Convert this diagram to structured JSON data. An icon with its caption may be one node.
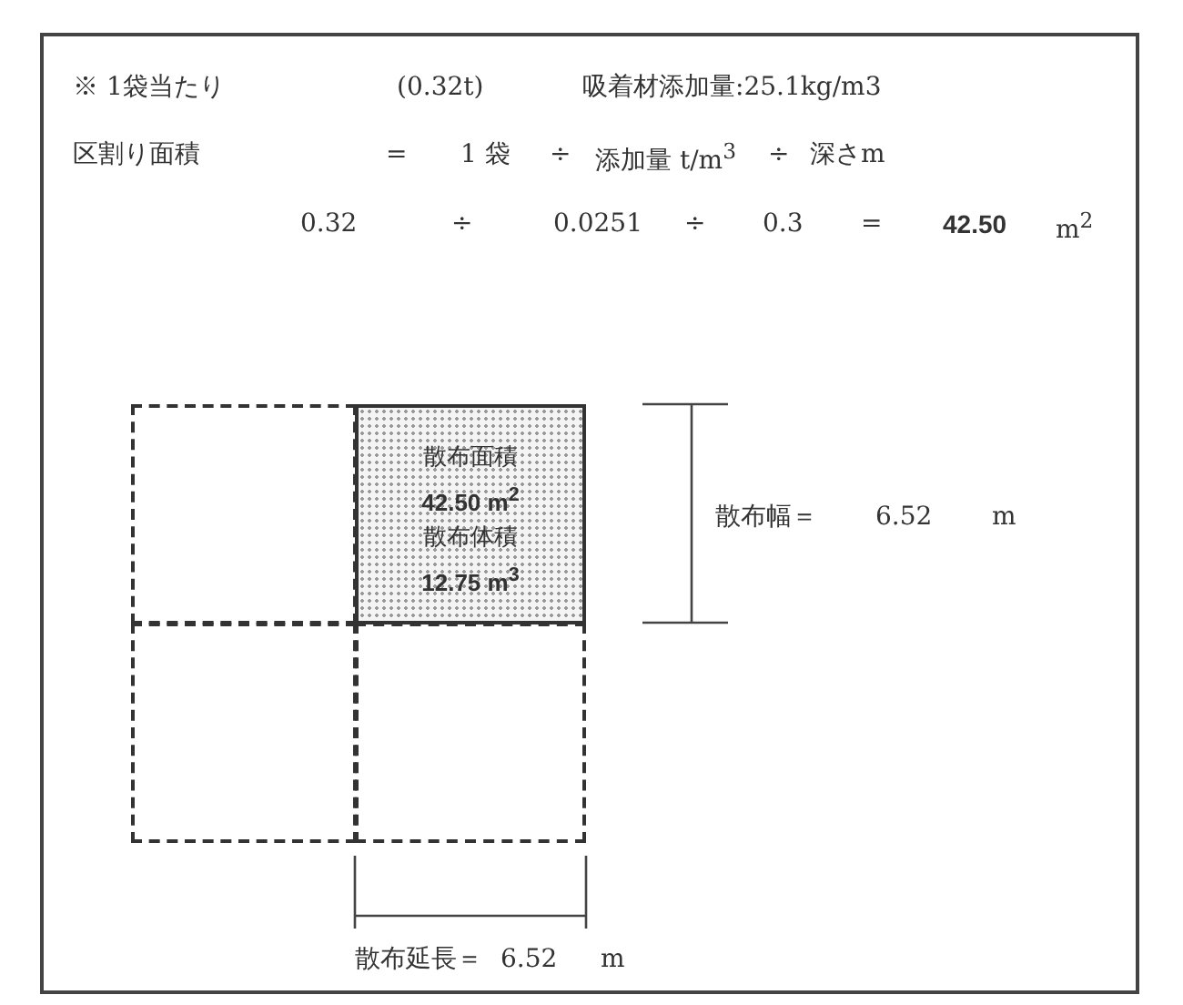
{
  "diagram": {
    "nodes": [
      {
        "text": [],
        "shape": "box"
      },
      {
        "text": [
          "散布面積",
          "42.50 m$^{2}$",
          "散布体積",
          "12.75 m$^{3}$"
        ]
      },
      {
        "text": [],
        "shape": "box"
      },
      {
        "text": [],
        "shape": "box"
      }
    ],
    "edges": [],
    "labels": [
      "※ 1袋当たり",
      "(0.32t)",
      "吸着材添加量:25.1kg/m3",
      "区割り面積",
      "=",
      "1 袋",
      "÷",
      "添加量 t/m$^{3}$",
      "÷",
      "深さm",
      "0.32",
      "÷",
      "0.0251",
      "÷",
      "0.3",
      "=",
      "42.50",
      "m$^{2}$",
      "散布幅＝",
      "6.52",
      "m",
      "散布延長＝",
      "6.52",
      "m"
    ]
  }
}
